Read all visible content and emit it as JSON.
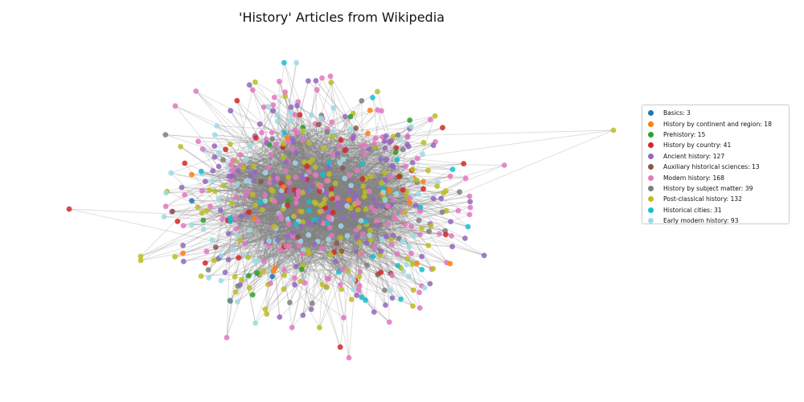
{
  "title": "'History' Articles from Wikipedia",
  "chart_data": {
    "type": "network",
    "title": "'History' Articles from Wikipedia",
    "legend_position": "right",
    "categories": [
      {
        "name": "Basics",
        "count": 3,
        "color": "#1f77b4",
        "label": "Basics: 3"
      },
      {
        "name": "History by continent and region",
        "count": 18,
        "color": "#ff7f0e",
        "label": "History by continent and region: 18"
      },
      {
        "name": "Prehistory",
        "count": 15,
        "color": "#2ca02c",
        "label": "Prehistory: 15"
      },
      {
        "name": "History by country",
        "count": 41,
        "color": "#d62728",
        "label": "History by country: 41"
      },
      {
        "name": "Ancient history",
        "count": 127,
        "color": "#9467bd",
        "label": "Ancient history: 127"
      },
      {
        "name": "Auxiliary historical sciences",
        "count": 13,
        "color": "#8c564b",
        "label": "Auxiliary historical sciences: 13"
      },
      {
        "name": "Modern history",
        "count": 168,
        "color": "#e377c2",
        "label": "Modern history: 168"
      },
      {
        "name": "History by subject matter",
        "count": 39,
        "color": "#7f7f7f",
        "label": "History by subject matter: 39"
      },
      {
        "name": "Post-classical history",
        "count": 132,
        "color": "#bcbd22",
        "label": "Post-classical history: 132"
      },
      {
        "name": "Historical cities",
        "count": 31,
        "color": "#17becf",
        "label": "Historical cities: 31"
      },
      {
        "name": "Early modern history",
        "count": 93,
        "color": "#9edae5",
        "label": "Early modern history: 93"
      }
    ],
    "edge_color": "#808080"
  }
}
